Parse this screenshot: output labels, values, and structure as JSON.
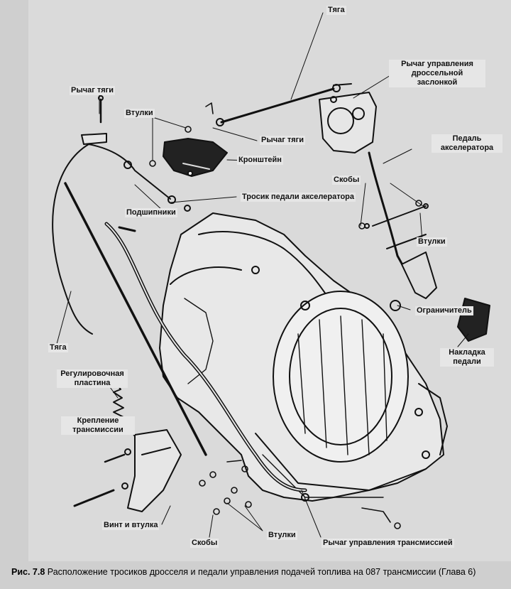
{
  "labels": {
    "tyaga_top": "Тяга",
    "throttle_lever": "Рычаг управления дроссельной заслонкой",
    "rod_lever_top": "Рычаг тяги",
    "bushings_top": "Втулки",
    "rod_lever_mid": "Рычаг тяги",
    "bracket": "Кронштейн",
    "accelerator_pedal": "Педаль акселератора",
    "clips_right": "Скобы",
    "bushings_right": "Втулки",
    "pedal_cable": "Тросик педали акселератора",
    "bearings": "Подшипники",
    "limiter": "Ограничитель",
    "pedal_pad": "Накладка педали",
    "tyaga_left": "Тяга",
    "adjust_plate": "Регулировочная пластина",
    "trans_mount": "Крепление трансмиссии",
    "screw_bushing": "Винт и втулка",
    "clips_bottom": "Скобы",
    "bushings_bottom": "Втулки",
    "trans_lever": "Рычаг управления трансмиссией"
  },
  "caption": {
    "number": "Рис. 7.8",
    "text": "Расположение тросиков дросселя и педали управления подачей топлива на 087 трансмиссии (Глава 6)"
  },
  "colors": {
    "page": "#c9c9c9",
    "ink": "#111111",
    "plate": "#dedede",
    "label_bg": "#e6e6e6"
  }
}
